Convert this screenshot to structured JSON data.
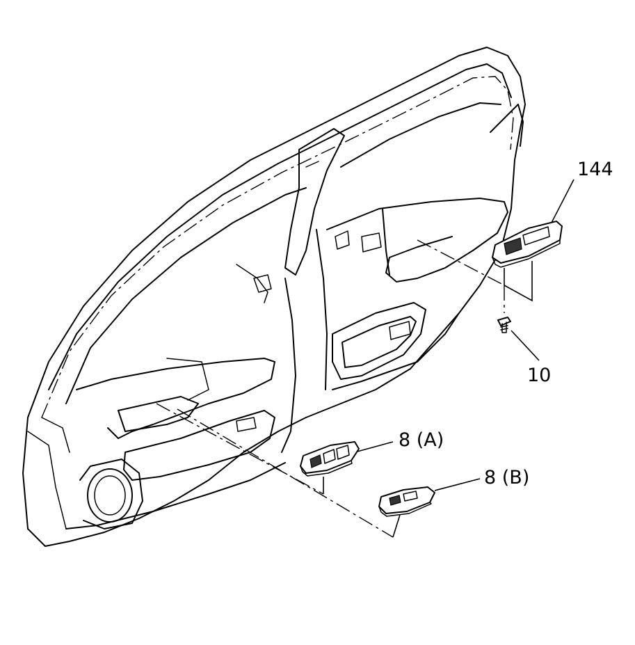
{
  "callouts": {
    "panel_switch": "144",
    "screw": "10",
    "switch_a": "8 (A)",
    "switch_b": "8 (B)"
  }
}
